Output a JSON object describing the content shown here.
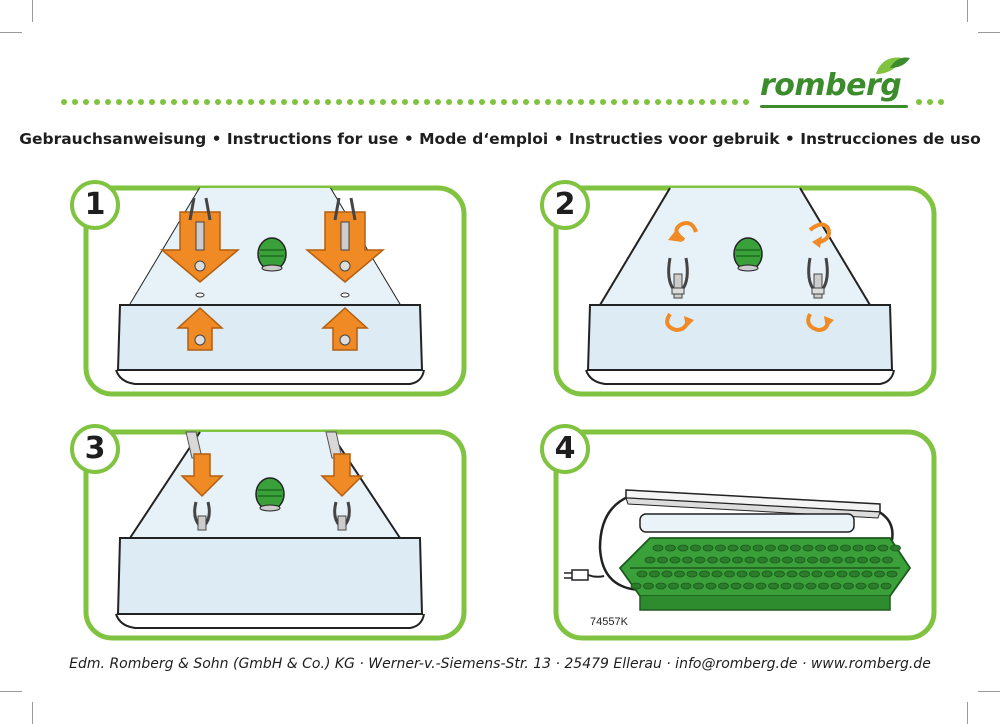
{
  "brand": {
    "logo_text": "romberg",
    "colors": {
      "green": "#80c341",
      "dark_green": "#3c8c2e",
      "orange": "#f08a24"
    }
  },
  "headline": "Gebrauchsanweisung • Instructions for use • Mode d‘emploi • Instructies voor gebruik • Instrucciones de uso",
  "steps": [
    {
      "number": "1",
      "icons": [
        "arrow-down-icon",
        "clip-icon",
        "screw-icon",
        "arrow-up-icon",
        "nut-icon",
        "vent-knob-icon"
      ]
    },
    {
      "number": "2",
      "icons": [
        "rotate-arrow-icon",
        "clip-icon",
        "vent-knob-icon"
      ]
    },
    {
      "number": "3",
      "icons": [
        "arrow-down-icon",
        "clip-icon",
        "vent-knob-icon"
      ]
    },
    {
      "number": "4",
      "icons": [
        "lamp-icon",
        "cable-icon",
        "plug-icon",
        "seed-tray-icon"
      ],
      "article_no": "74557K"
    }
  ],
  "footer": "Edm. Romberg & Sohn (GmbH & Co.) KG · Werner-v.-Siemens-Str. 13 · 25479 Ellerau · info@romberg.de · www.romberg.de"
}
